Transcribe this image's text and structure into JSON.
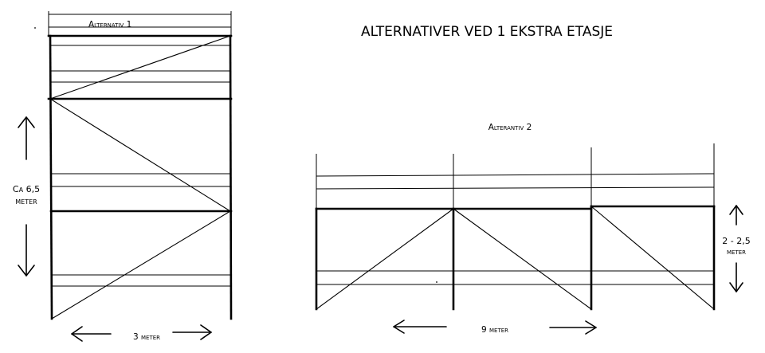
{
  "title": "ALTERNATIVER VED 1 EKSTRA ETASJE",
  "alt1": {
    "label": "Alternativ 1",
    "height_label_line1": "Ca 6,5",
    "height_label_line2": "meter",
    "width_label": "3 meter"
  },
  "alt2": {
    "label": "Alterantiv 2",
    "height_label_line1": "2 - 2,5",
    "height_label_line2": "meter",
    "width_label": "9 meter"
  }
}
